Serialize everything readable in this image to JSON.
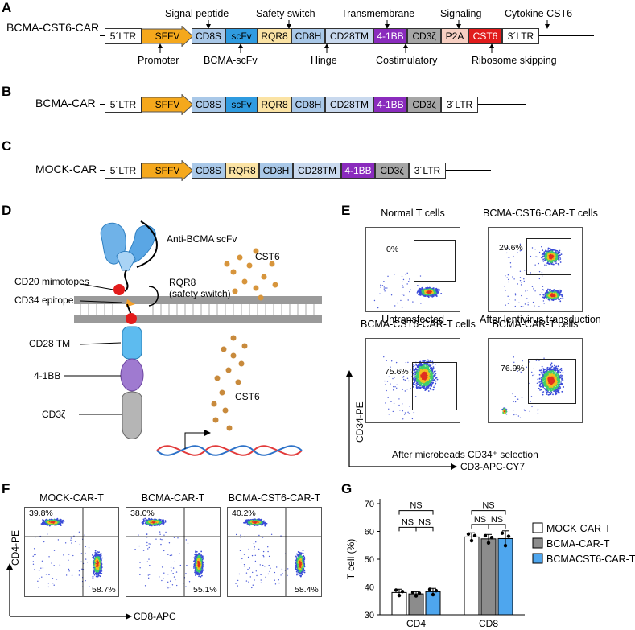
{
  "panels": {
    "a": "A",
    "b": "B",
    "c": "C",
    "d": "D",
    "e": "E",
    "f": "F",
    "g": "G"
  },
  "constructs": {
    "bcma_cst6": {
      "name": "BCMA-CST6-CAR",
      "segments": [
        "5´LTR",
        "SFFV",
        "CD8S",
        "scFv",
        "RQR8",
        "CD8H",
        "CD28TM",
        "4-1BB",
        "CD3ζ",
        "P2A",
        "CST6",
        "3´LTR"
      ],
      "top_labels": [
        "Signal peptide",
        "Safety switch",
        "Transmembrane",
        "Signaling",
        "Cytokine CST6"
      ],
      "bottom_labels": [
        "Promoter",
        "BCMA-scFv",
        "Hinge",
        "Costimulatory",
        "Ribosome skipping"
      ]
    },
    "bcma": {
      "name": "BCMA-CAR",
      "segments": [
        "5´LTR",
        "SFFV",
        "CD8S",
        "scFv",
        "RQR8",
        "CD8H",
        "CD28TM",
        "4-1BB",
        "CD3ζ",
        "3´LTR"
      ]
    },
    "mock": {
      "name": "MOCK-CAR",
      "segments": [
        "5´LTR",
        "SFFV",
        "CD8S",
        "RQR8",
        "CD8H",
        "CD28TM",
        "4-1BB",
        "CD3ζ",
        "3´LTR"
      ]
    }
  },
  "colors": {
    "ltr": "#ffffff",
    "sffv": "#f5a81c",
    "blue": "#a9c8e8",
    "scfv": "#2f9be0",
    "rqr8": "#fbe3a4",
    "cd28": "#c9d9ee",
    "bb": "#8a2bbd",
    "cd3z": "#a6a6a6",
    "p2a": "#f7cfc2",
    "cst6": "#e11b1b",
    "bar_bcma": "#8c8c8c",
    "bar_cst6": "#4ea6ee"
  },
  "diagram": {
    "scfv": "Anti-BCMA scFv",
    "cd20": "CD20 mimotopes",
    "cd34": "CD34 epitope",
    "rqr8": "RQR8",
    "rqr8_sub": "(safety switch)",
    "cst6_top": "CST6",
    "cst6_bottom": "CST6",
    "cd28tm": "CD28 TM",
    "bb": "4-1BB",
    "cd3z": "CD3ζ"
  },
  "flow_e": {
    "plots": [
      {
        "title": "Normal T cells",
        "pct": "0%",
        "caption": "Untransfected"
      },
      {
        "title": "BCMA-CST6-CAR-T cells",
        "pct": "29.6%",
        "caption": "After lentivirus transduction"
      },
      {
        "title": "BCMA-CST6-CAR-T cells",
        "pct": "75.6%",
        "caption": ""
      },
      {
        "title": "BCMA-CAR-T cells",
        "pct": "76.9%",
        "caption": ""
      }
    ],
    "bottom_caption": "After microbeads CD34⁺ selection",
    "ylabel": "CD34-PE",
    "xlabel": "CD3-APC-CY7"
  },
  "flow_f": {
    "plots": [
      {
        "title": "MOCK-CAR-T",
        "ul": "39.8%",
        "lr": "58.7%"
      },
      {
        "title": "BCMA-CAR-T",
        "ul": "38.0%",
        "lr": "55.1%"
      },
      {
        "title": "BCMA-CST6-CAR-T",
        "ul": "40.2%",
        "lr": "58.4%"
      }
    ],
    "ylabel": "CD4-PE",
    "xlabel": "CD8-APC"
  },
  "chart_data": {
    "type": "bar",
    "categories": [
      "CD4",
      "CD8"
    ],
    "series": [
      {
        "name": "MOCK-CAR-T",
        "values": [
          38,
          58
        ]
      },
      {
        "name": "BCMA-CAR-T",
        "values": [
          37.5,
          57.3
        ]
      },
      {
        "name": "BCMACST6-CAR-T",
        "values": [
          38.3,
          57.4
        ]
      }
    ],
    "errors": [
      [
        1.2,
        1.5
      ],
      [
        0.8,
        1.6
      ],
      [
        1.2,
        2.8
      ]
    ],
    "ylabel": "T cell (%)",
    "ylim": [
      30,
      70
    ],
    "yticks": [
      "30",
      "40",
      "50",
      "60",
      "70"
    ],
    "significance": "NS",
    "legend_position": "right"
  }
}
